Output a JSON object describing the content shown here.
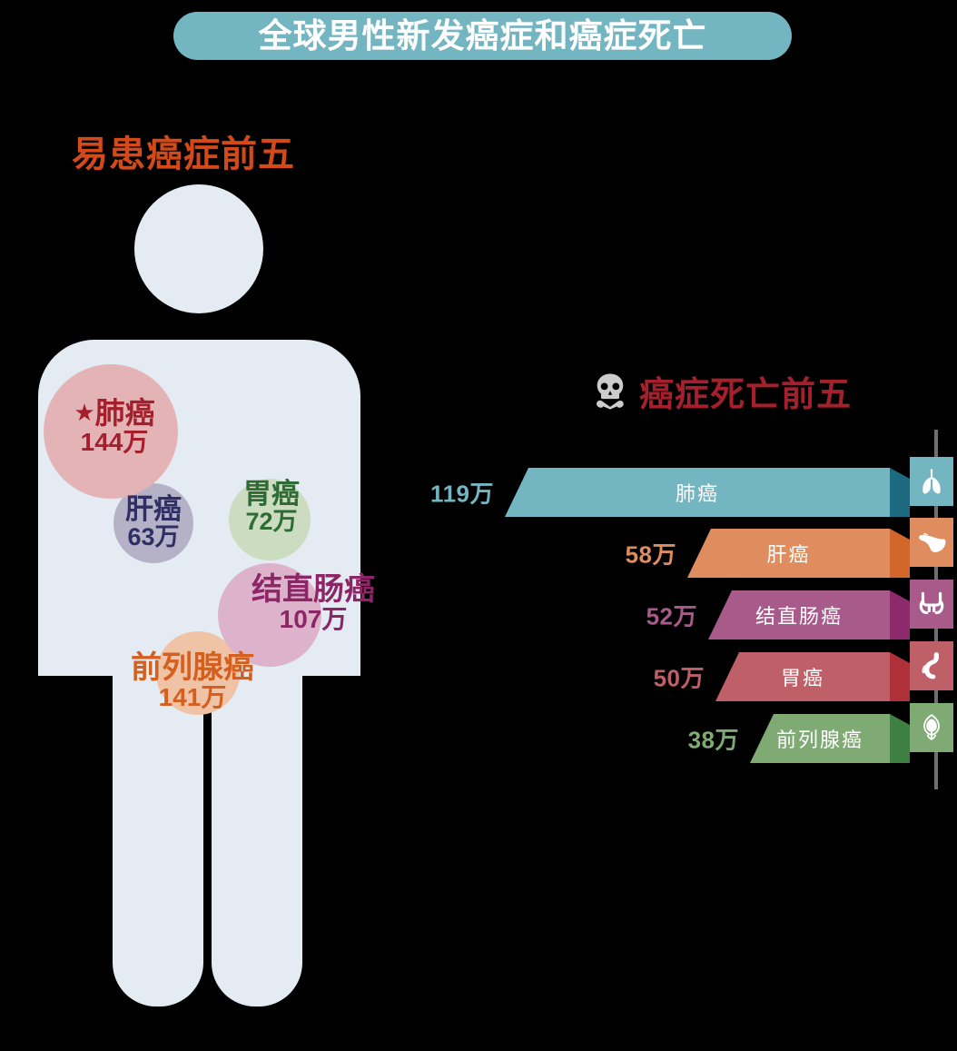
{
  "header": {
    "title": "全球男性新发癌症和癌症死亡",
    "title_bg": "#74b5c2",
    "title_color": "#ffffff"
  },
  "incidence": {
    "heading": "易患癌症前五",
    "heading_color": "#d4491a",
    "figure_color": "#e4ebf2",
    "top_marker": "★",
    "items": [
      {
        "name": "肺癌",
        "value": "144万",
        "value_num": 144,
        "marker": "★",
        "bubble_color": "#e4b3b6",
        "text_color": "#a3202c",
        "icon": "lung-bubble"
      },
      {
        "name": "肝癌",
        "value": "63万",
        "value_num": 63,
        "marker": "",
        "bubble_color": "#b5b2c8",
        "text_color": "#2f2f63",
        "icon": "liver-bubble"
      },
      {
        "name": "胃癌",
        "value": "72万",
        "value_num": 72,
        "marker": "",
        "bubble_color": "#cbdcc0",
        "text_color": "#2f6b34",
        "icon": "stomach-bubble"
      },
      {
        "name": "结直肠癌",
        "value": "107万",
        "value_num": 107,
        "marker": "",
        "bubble_color": "#ddb3cb",
        "text_color": "#8c2667",
        "icon": "colorectal-bubble"
      },
      {
        "name": "前列腺癌",
        "value": "141万",
        "value_num": 141,
        "marker": "",
        "bubble_color": "#f0c2a6",
        "text_color": "#d4601f",
        "icon": "prostate-bubble"
      }
    ]
  },
  "mortality": {
    "heading": "癌症死亡前五",
    "heading_color": "#a3202c",
    "skull_icon": "skull-and-crossbones-icon",
    "skull_color": "#cccccc",
    "axis_color": "#6f6f73"
  },
  "chart_data": {
    "type": "bar",
    "title": "癌症死亡前五",
    "xlabel": "",
    "ylabel": "",
    "orientation": "horizontal",
    "unit": "万",
    "categories": [
      "肺癌",
      "肝癌",
      "结直肠癌",
      "胃癌",
      "前列腺癌"
    ],
    "values": [
      119,
      58,
      52,
      50,
      38
    ],
    "value_labels": [
      "119万",
      "58万",
      "52万",
      "50万",
      "38万"
    ],
    "colors": [
      "#74b5c2",
      "#df8d5e",
      "#a85a8b",
      "#bf5f68",
      "#7faa74"
    ],
    "fold_colors": [
      "#1d6a80",
      "#d2662b",
      "#8c2a6b",
      "#b0303a",
      "#3e8042"
    ],
    "icons": [
      "lungs-icon",
      "liver-icon",
      "intestine-icon",
      "stomach-icon",
      "prostate-icon"
    ],
    "legend": "none",
    "grid": false,
    "xlim": [
      0,
      119
    ],
    "second_chart": {
      "type": "bar",
      "title": "易患癌症前五",
      "categories": [
        "肺癌",
        "前列腺癌",
        "结直肠癌",
        "胃癌",
        "肝癌"
      ],
      "values": [
        144,
        141,
        107,
        72,
        63
      ],
      "value_labels": [
        "144万",
        "141万",
        "107万",
        "72万",
        "63万"
      ],
      "unit": "万",
      "render": "bubbles-on-body-silhouette"
    }
  }
}
